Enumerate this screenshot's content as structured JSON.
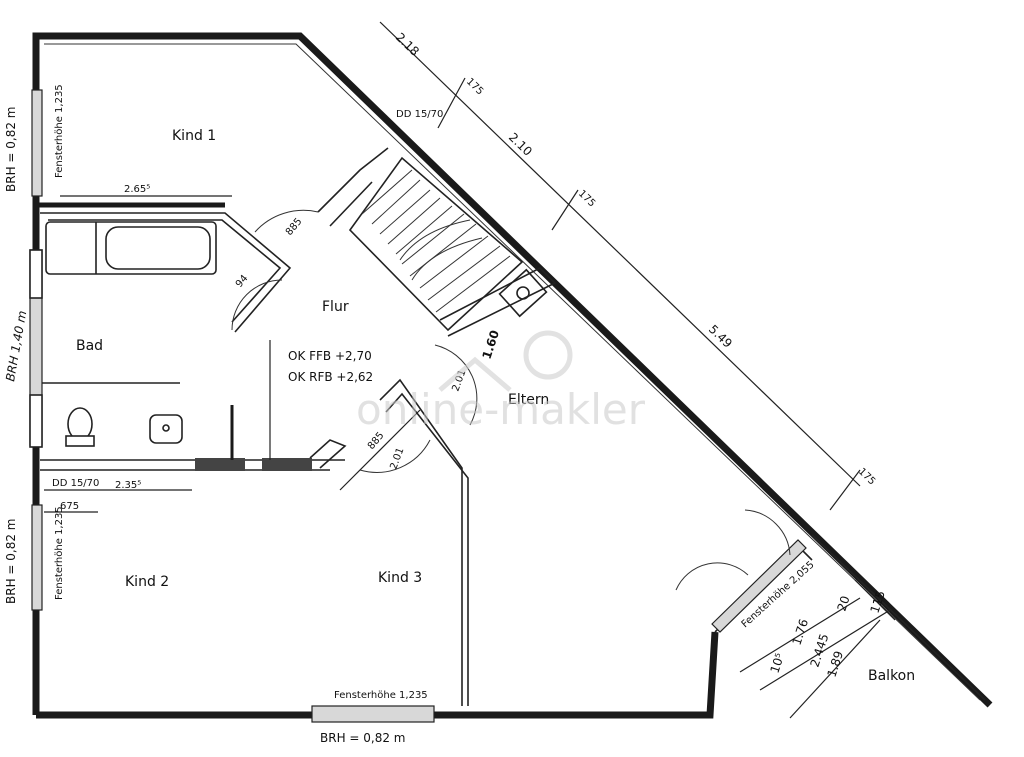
{
  "rooms": {
    "kind1": "Kind 1",
    "bad": "Bad",
    "flur": "Flur",
    "eltern": "Eltern",
    "kind2": "Kind 2",
    "kind3": "Kind 3",
    "balkon": "Balkon"
  },
  "annotations": {
    "brh_top_left": "BRH = 0,82 m",
    "brh_bottom_left": "BRH = 0,82 m",
    "brh_bottom": "BRH = 0,82 m",
    "brh_bad_handwritten": "BRH 1,40 m",
    "fensterhoehe_kind1": "Fensterhöhe 1,235",
    "fensterhoehe_kind2": "Fensterhöhe 1,235",
    "fensterhoehe_bottom": "Fensterhöhe 1,235",
    "fensterhoehe_eltern": "Fensterhöhe 2,055",
    "dd_top": "DD 15/70",
    "dd_kind2": "DD 15/70",
    "ok_ffb": "OK FFB +2,70",
    "ok_rfb": "OK RFB +2,62",
    "stair_1_60": "1.60"
  },
  "dimensions": {
    "d_2_18": "2.18",
    "d_175_a": "175",
    "d_2_10": "2.10",
    "d_175_b": "175",
    "d_5_49": "5.49",
    "d_175_c": "175",
    "d_2_655": "2.65⁵",
    "d_2_355": "2.35⁵",
    "d_675": "675",
    "d_94": "94",
    "d_885a": "885",
    "d_885b": "885",
    "d_2_01a": "2.01",
    "d_2_01b": "2.01",
    "d_20": "20",
    "d_115": "115",
    "d_1_76": "1.76",
    "d_2_445": "2.445",
    "d_1_89": "1.89",
    "d_10_5": "10⁵"
  },
  "watermark": {
    "text": "online-makler"
  }
}
